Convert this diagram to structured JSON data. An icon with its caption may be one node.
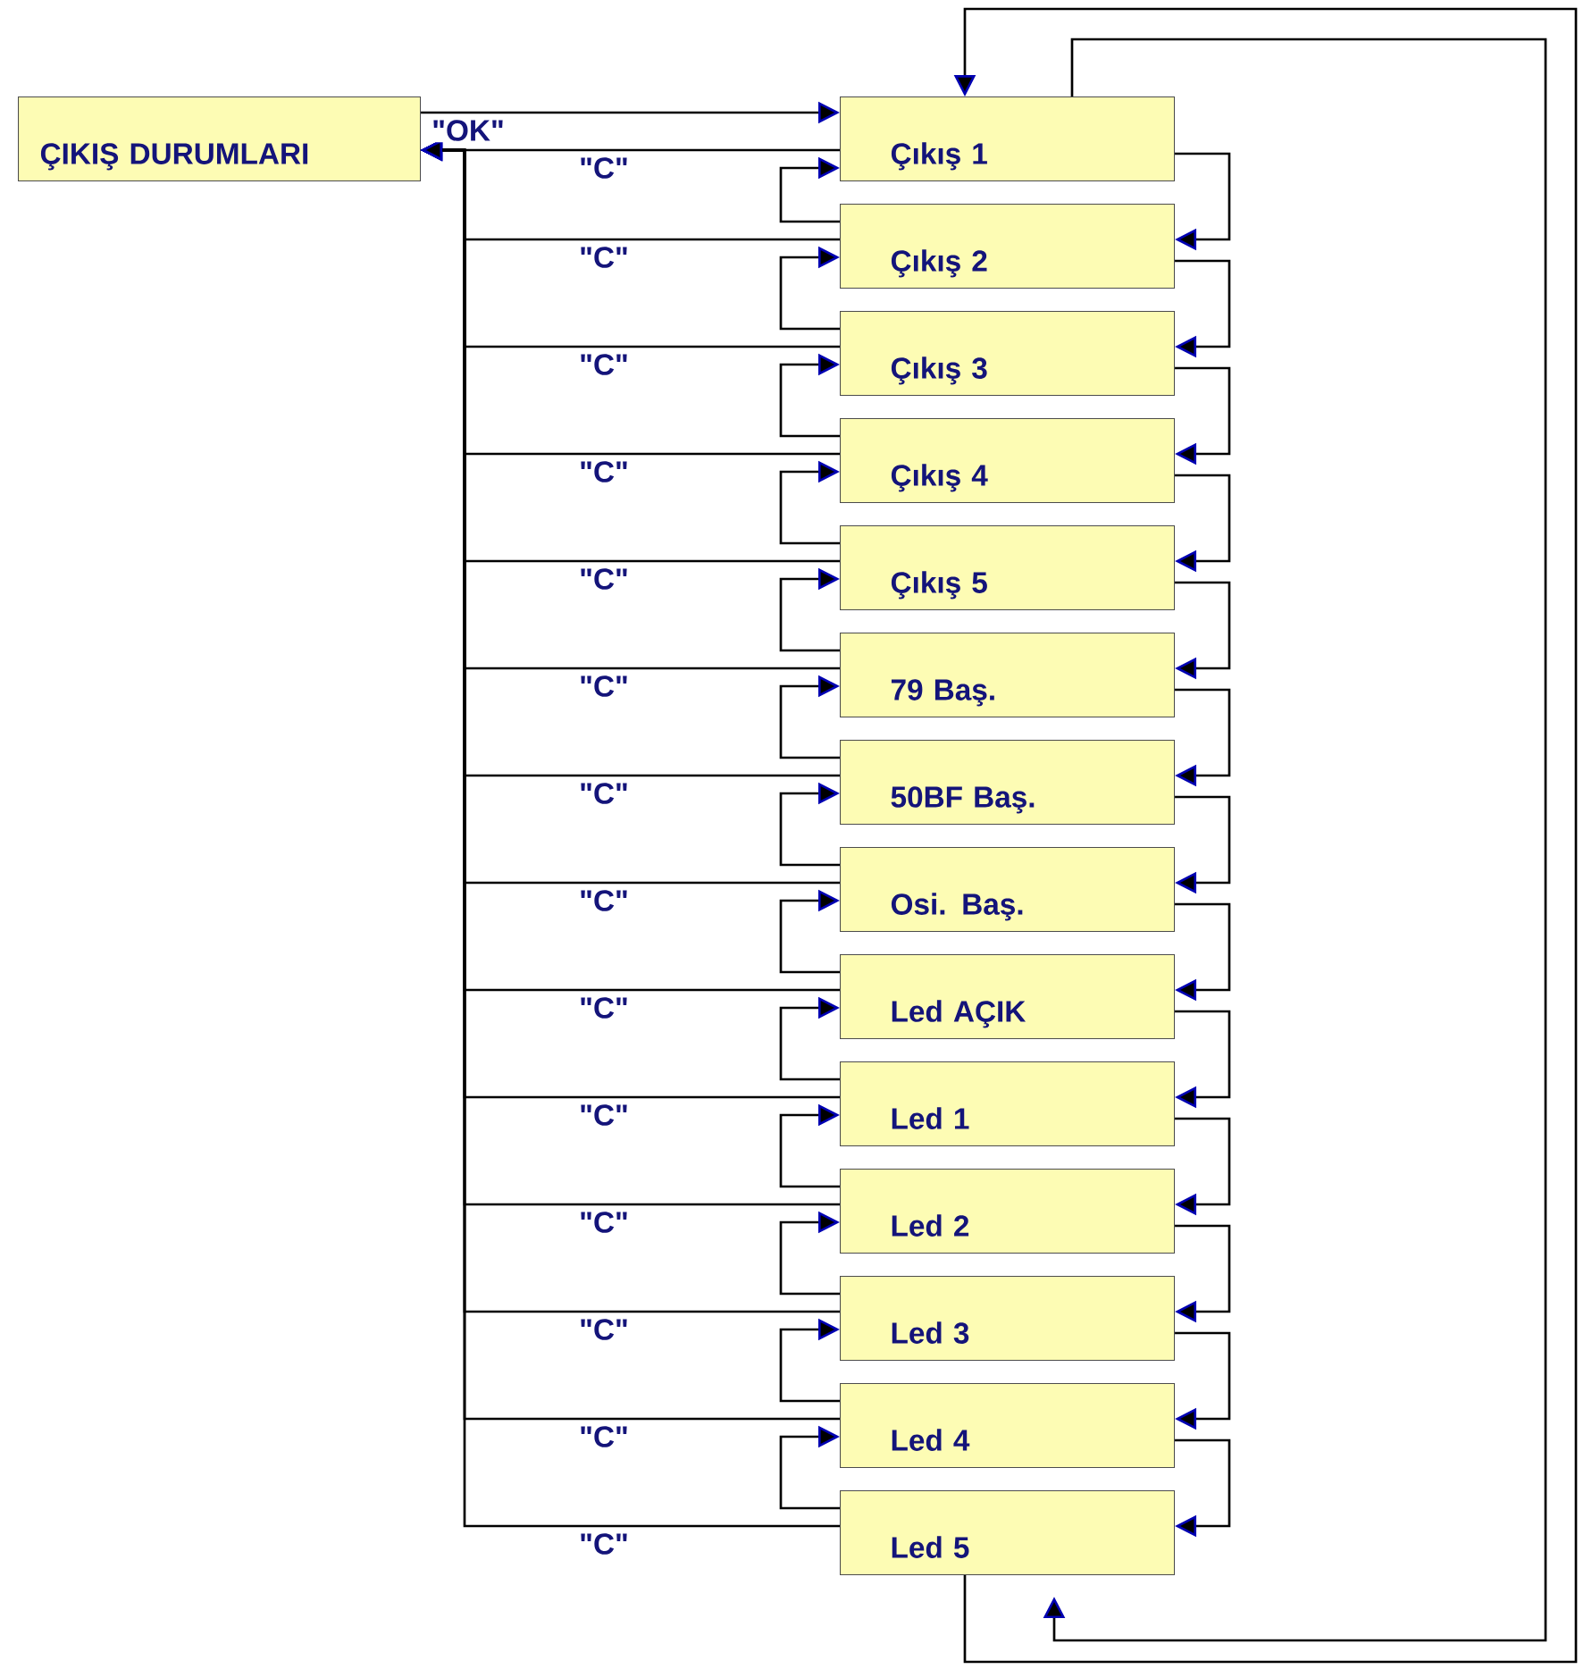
{
  "diagram": {
    "nodes": [
      {
        "text": [
          "ÇIKIŞ DURUMLARI"
        ]
      },
      {
        "text": [
          "Çıkış 1"
        ]
      },
      {
        "text": [
          "Çıkış 2"
        ]
      },
      {
        "text": [
          "Çıkış 3"
        ]
      },
      {
        "text": [
          "Çıkış 4"
        ]
      },
      {
        "text": [
          "Çıkış 5"
        ]
      },
      {
        "text": [
          "79 Baş."
        ]
      },
      {
        "text": [
          "50BF Baş."
        ]
      },
      {
        "text": [
          "Osi. Baş."
        ]
      },
      {
        "text": [
          "Led AÇIK"
        ]
      },
      {
        "text": [
          "Led 1"
        ]
      },
      {
        "text": [
          "Led 2"
        ]
      },
      {
        "text": [
          "Led 3"
        ]
      },
      {
        "text": [
          "Led 4"
        ]
      },
      {
        "text": [
          "Led 5"
        ]
      }
    ],
    "edges": [
      {
        "from": 0,
        "to": 1,
        "arrow": "to",
        "label": "\"OK\""
      },
      {
        "from": 1,
        "to": 0,
        "arrow": "to",
        "label": "\"C\""
      },
      {
        "from": 2,
        "to": 0,
        "arrow": "to",
        "label": "\"C\""
      },
      {
        "from": 3,
        "to": 0,
        "arrow": "to",
        "label": "\"C\""
      },
      {
        "from": 4,
        "to": 0,
        "arrow": "to",
        "label": "\"C\""
      },
      {
        "from": 5,
        "to": 0,
        "arrow": "to",
        "label": "\"C\""
      },
      {
        "from": 6,
        "to": 0,
        "arrow": "to",
        "label": "\"C\""
      },
      {
        "from": 7,
        "to": 0,
        "arrow": "to",
        "label": "\"C\""
      },
      {
        "from": 8,
        "to": 0,
        "arrow": "to",
        "label": "\"C\""
      },
      {
        "from": 9,
        "to": 0,
        "arrow": "to",
        "label": "\"C\""
      },
      {
        "from": 10,
        "to": 0,
        "arrow": "to",
        "label": "\"C\""
      },
      {
        "from": 11,
        "to": 0,
        "arrow": "to",
        "label": "\"C\""
      },
      {
        "from": 12,
        "to": 0,
        "arrow": "to",
        "label": "\"C\""
      },
      {
        "from": 13,
        "to": 0,
        "arrow": "to",
        "label": "\"C\""
      },
      {
        "from": 14,
        "to": 0,
        "arrow": "to",
        "label": "\"C\""
      },
      {
        "from": 1,
        "to": 2,
        "arrow": "to"
      },
      {
        "from": 2,
        "to": 3,
        "arrow": "to"
      },
      {
        "from": 3,
        "to": 4,
        "arrow": "to"
      },
      {
        "from": 4,
        "to": 5,
        "arrow": "to"
      },
      {
        "from": 5,
        "to": 6,
        "arrow": "to"
      },
      {
        "from": 6,
        "to": 7,
        "arrow": "to"
      },
      {
        "from": 7,
        "to": 8,
        "arrow": "to"
      },
      {
        "from": 8,
        "to": 9,
        "arrow": "to"
      },
      {
        "from": 9,
        "to": 10,
        "arrow": "to"
      },
      {
        "from": 10,
        "to": 11,
        "arrow": "to"
      },
      {
        "from": 11,
        "to": 12,
        "arrow": "to"
      },
      {
        "from": 12,
        "to": 13,
        "arrow": "to"
      },
      {
        "from": 13,
        "to": 14,
        "arrow": "to"
      },
      {
        "from": 2,
        "to": 1,
        "arrow": "to"
      },
      {
        "from": 3,
        "to": 2,
        "arrow": "to"
      },
      {
        "from": 4,
        "to": 3,
        "arrow": "to"
      },
      {
        "from": 5,
        "to": 4,
        "arrow": "to"
      },
      {
        "from": 6,
        "to": 5,
        "arrow": "to"
      },
      {
        "from": 7,
        "to": 6,
        "arrow": "to"
      },
      {
        "from": 8,
        "to": 7,
        "arrow": "to"
      },
      {
        "from": 9,
        "to": 8,
        "arrow": "to"
      },
      {
        "from": 10,
        "to": 9,
        "arrow": "to"
      },
      {
        "from": 11,
        "to": 10,
        "arrow": "to"
      },
      {
        "from": 12,
        "to": 11,
        "arrow": "to"
      },
      {
        "from": 13,
        "to": 12,
        "arrow": "to"
      },
      {
        "from": 14,
        "to": 13,
        "arrow": "to"
      },
      {
        "from": 14,
        "to": 1,
        "arrow": "to"
      },
      {
        "from": 1,
        "to": 14,
        "arrow": "to"
      }
    ]
  }
}
